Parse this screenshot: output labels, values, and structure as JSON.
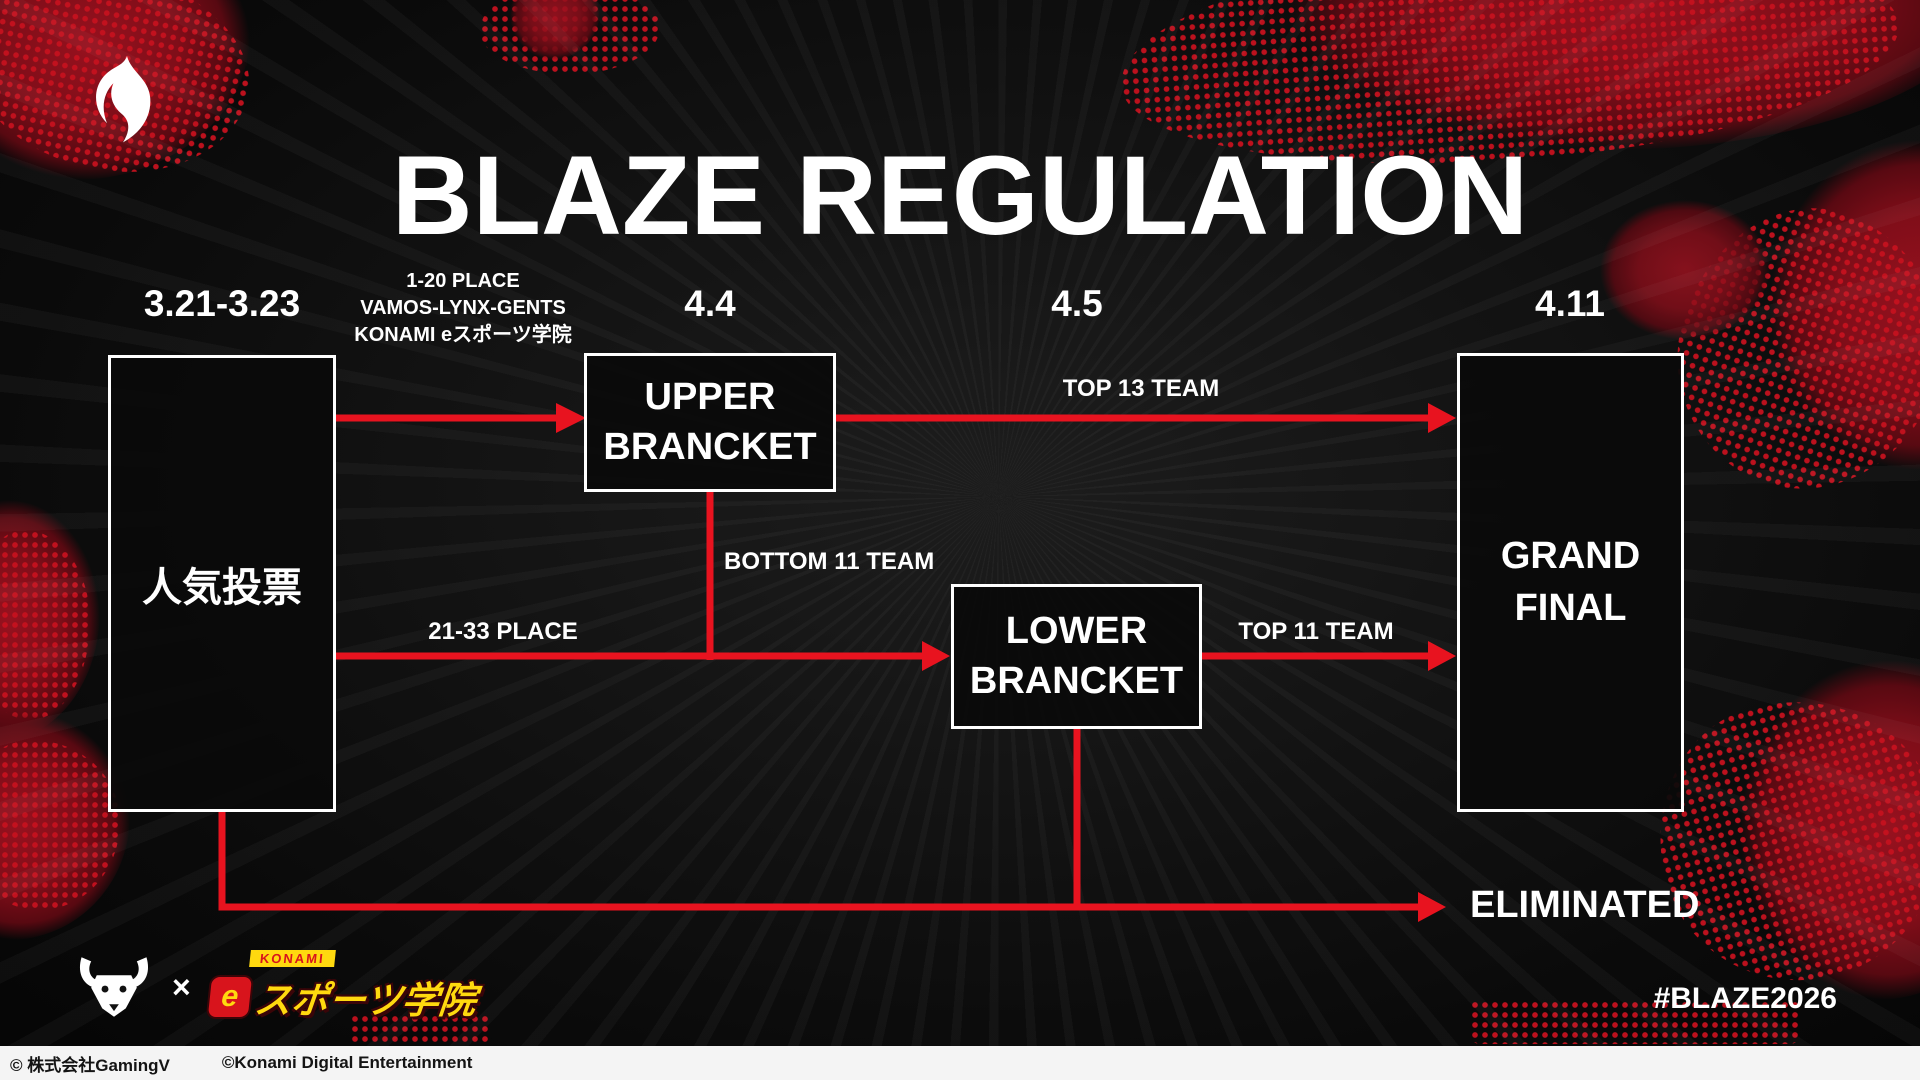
{
  "title": "BLAZE REGULATION",
  "hashtag": "#BLAZE2026",
  "schedule": {
    "vote_dates": "3.21-3.23",
    "upper_date": "4.4",
    "lower_date": "4.5",
    "final_date": "4.11"
  },
  "nodes": {
    "vote": "人気投票",
    "upper": "UPPER BRANCKET",
    "lower": "LOWER BRANCKET",
    "final": "GRAND FINAL",
    "eliminated": "ELIMINATED"
  },
  "edges": {
    "vote_to_upper": [
      "1-20 PLACE",
      "VAMOS-LYNX-GENTS",
      "KONAMI eスポーツ学院"
    ],
    "upper_to_final": "TOP 13 TEAM",
    "upper_to_lower": "BOTTOM 11 TEAM",
    "vote_to_lower": "21-33 PLACE",
    "lower_to_final": "TOP 11 TEAM"
  },
  "branding": {
    "cross": "×",
    "konami_small": "KONAMI",
    "konami_e": "e",
    "konami_main": "スポーツ学院"
  },
  "footer": {
    "gamingv": "© 株式会社GamingV",
    "konami": "©Konami Digital Entertainment"
  },
  "colors": {
    "arrow_red": "#e8131f",
    "splatter_red": "#a31220",
    "background": "#0b0b0b",
    "box_border": "#ffffff",
    "konami_yellow": "#ffd90f"
  }
}
